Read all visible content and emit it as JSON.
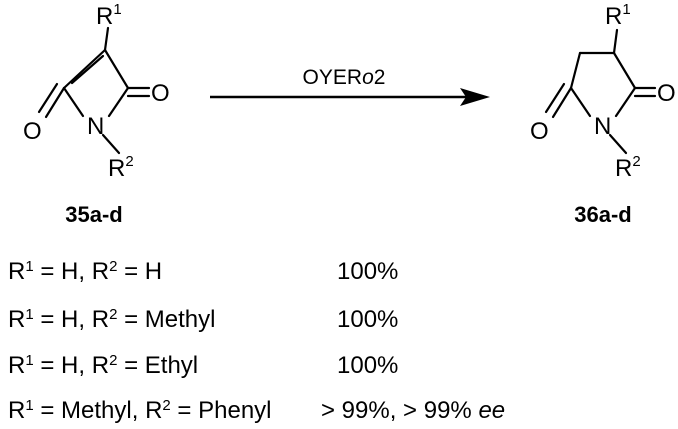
{
  "reaction": {
    "reagent": {
      "prefix": "OYER",
      "italic": "o",
      "suffix": "2"
    },
    "reactant_label": "35a-d",
    "product_label": "36a-d",
    "atoms": {
      "r": "R",
      "sup1": "1",
      "sup2": "2",
      "n": "N",
      "o": "O"
    }
  },
  "substituents": [
    {
      "r1": "H",
      "r2": "H",
      "yield": "100%",
      "ee": ""
    },
    {
      "r1": "H",
      "r2": "Methyl",
      "yield": "100%",
      "ee": ""
    },
    {
      "r1": "H",
      "r2": "Ethyl",
      "yield": "100%",
      "ee": ""
    },
    {
      "r1": "Methyl",
      "r2": "Phenyl",
      "yield": "> 99%, > 99%",
      "ee": "ee"
    }
  ],
  "symbols": {
    "equals": " = ",
    "comma": ", ",
    "r": "R",
    "sup1": "1",
    "sup2": "2"
  }
}
